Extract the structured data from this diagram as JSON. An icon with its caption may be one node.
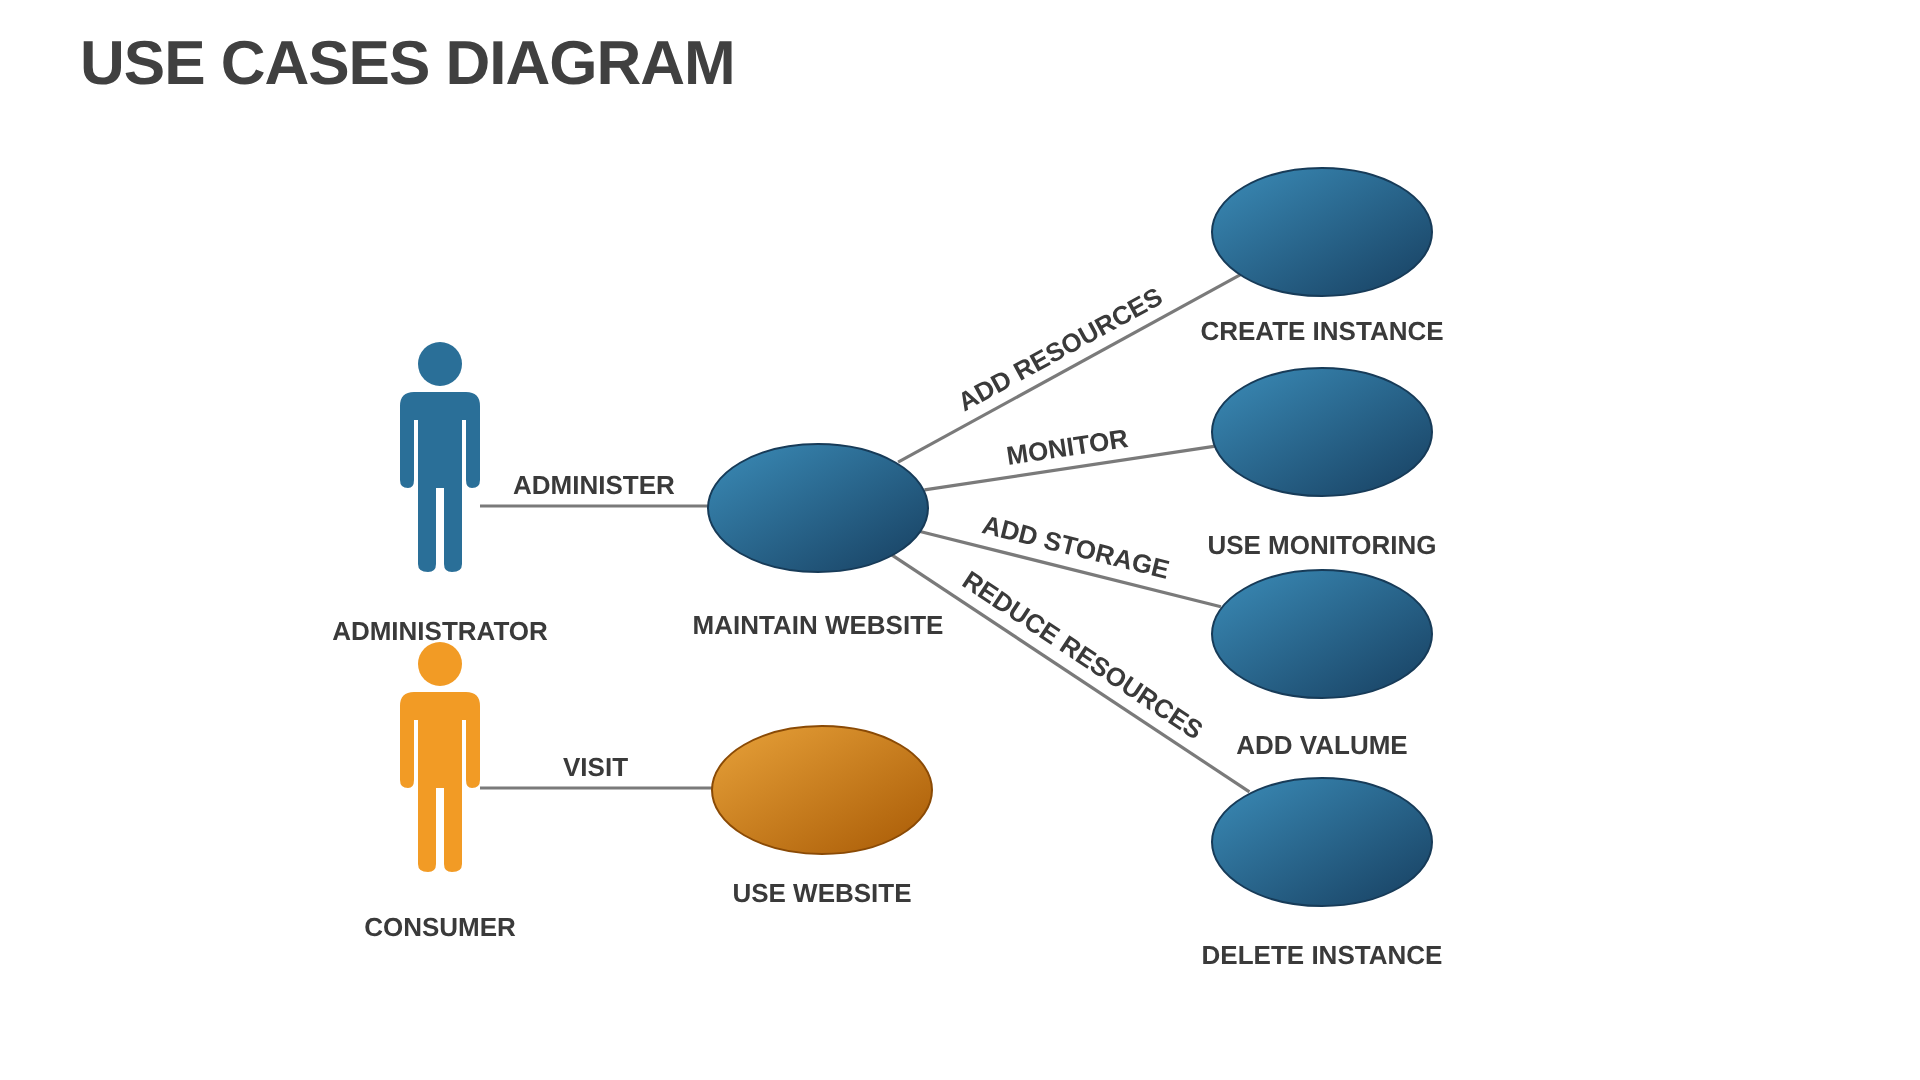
{
  "diagram": {
    "title": "USE CASES DIAGRAM",
    "nodes": [
      {
        "text": [
          "ADMINISTRATOR"
        ]
      },
      {
        "text": [
          "CONSUMER"
        ]
      },
      {
        "text": [
          "MAINTAIN WEBSITE"
        ]
      },
      {
        "text": [
          "USE WEBSITE"
        ]
      },
      {
        "text": [
          "CREATE INSTANCE"
        ]
      },
      {
        "text": [
          "USE MONITORING"
        ]
      },
      {
        "text": [
          "ADD VALUME"
        ]
      },
      {
        "text": [
          "DELETE INSTANCE"
        ]
      }
    ],
    "edges": [
      {
        "from": 0,
        "to": 2,
        "arrow": "none",
        "label": "ADMINISTER"
      },
      {
        "from": 1,
        "to": 3,
        "arrow": "none",
        "label": "VISIT"
      },
      {
        "from": 2,
        "to": 4,
        "arrow": "none",
        "label": "ADD RESOURCES"
      },
      {
        "from": 2,
        "to": 5,
        "arrow": "none",
        "label": "MONITOR"
      },
      {
        "from": 2,
        "to": 6,
        "arrow": "none",
        "label": "ADD STORAGE"
      },
      {
        "from": 2,
        "to": 7,
        "arrow": "none",
        "label": "REDUCE RESOURCES"
      }
    ]
  }
}
